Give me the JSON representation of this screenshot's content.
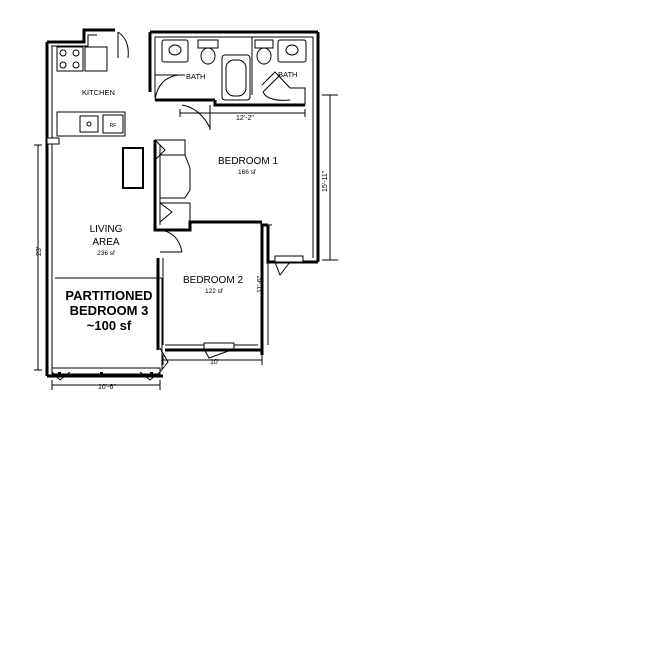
{
  "rooms": {
    "kitchen": "KITCHEN",
    "bath_left": "BATH",
    "bath_right": "BATH",
    "bedroom1": "BEDROOM 1",
    "bedroom1_sf": "166 sf",
    "living_line1": "LIVING",
    "living_line2": "AREA",
    "living_sf": "236 sf",
    "bedroom2": "BEDROOM 2",
    "bedroom2_sf": "122 sf",
    "partition_line1": "PARTITIONED",
    "partition_line2": "BEDROOM 3",
    "partition_line3": "~100 sf"
  },
  "dimensions": {
    "bedroom1_width": "12'-2\"",
    "bedroom1_depth": "15'-11\"",
    "overall_depth": "23'",
    "bedroom2_depth": "11'-6\"",
    "bedroom2_width": "10'",
    "living_width": "10'-6\""
  },
  "fixture_labels": {
    "range": "",
    "fridge": "RF"
  }
}
